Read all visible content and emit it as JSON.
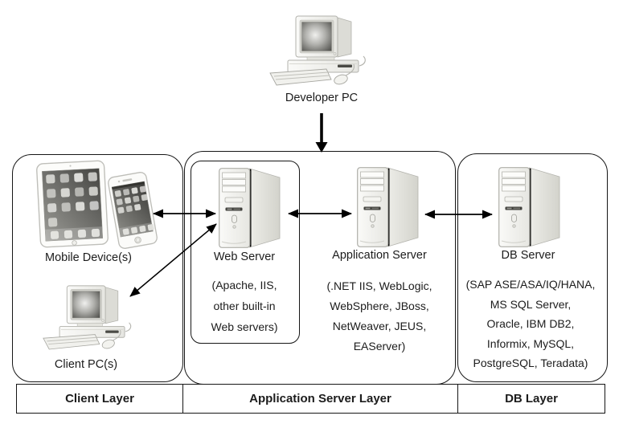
{
  "developer_pc": {
    "label": "Developer PC"
  },
  "client_layer": {
    "mobile_devices_label": "Mobile Device(s)",
    "client_pc_label": "Client PC(s)"
  },
  "application_layer": {
    "web_server": {
      "title": "Web Server",
      "details": [
        "(Apache, IIS,",
        "other built-in",
        "Web servers)"
      ]
    },
    "application_server": {
      "title": "Application Server",
      "details": [
        "(.NET IIS, WebLogic,",
        "WebSphere, JBoss,",
        "NetWeaver, JEUS,",
        "EAServer)"
      ]
    }
  },
  "db_layer": {
    "db_server": {
      "title": "DB Server",
      "details": [
        "(SAP ASE/ASA/IQ/HANA,",
        "MS SQL Server,",
        "Oracle, IBM DB2,",
        "Informix, MySQL,",
        "PostgreSQL, Teradata)"
      ]
    }
  },
  "footer": {
    "client": "Client Layer",
    "application": "Application Server Layer",
    "db": "DB Layer"
  },
  "icons": {
    "developer_pc": "desktop-pc-icon",
    "client_pc": "desktop-pc-icon",
    "mobile": [
      "tablet-icon",
      "smartphone-icon"
    ],
    "web_server": "tower-server-icon",
    "application_server": "tower-server-icon",
    "db_server": "tower-server-icon"
  },
  "colors": {
    "background": "#ffffff",
    "line": "#000000",
    "border": "#161616",
    "text": "#1c1c1c"
  }
}
